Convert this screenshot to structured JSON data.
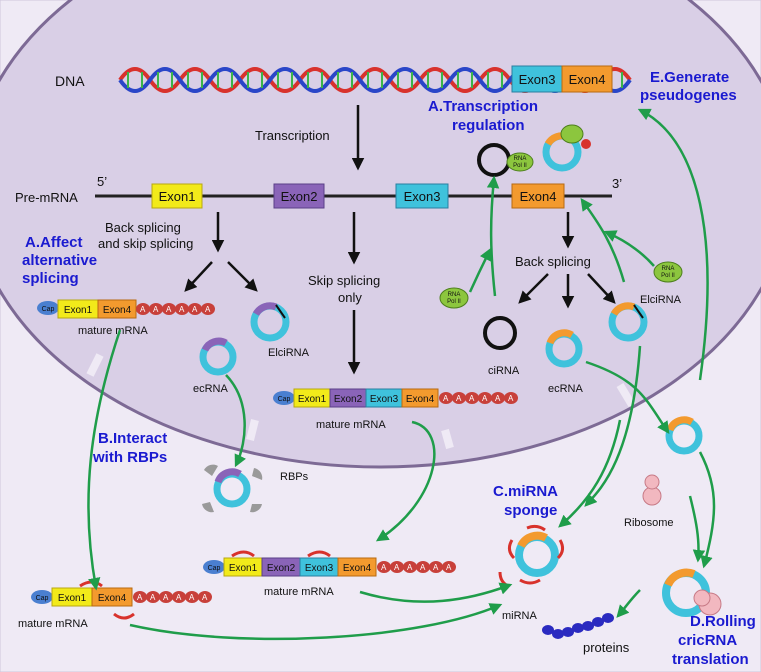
{
  "labels": {
    "dna": "DNA",
    "premrna": "Pre-mRNA",
    "five": "5’",
    "three": "3’",
    "transcription": "Transcription",
    "back_skip_1": "Back splicing",
    "back_skip_2": "and skip splicing",
    "skip_only_1": "Skip splicing",
    "skip_only_2": "only",
    "back_splicing": "Back splicing",
    "mature1": "mature mRNA",
    "mature2": "mature mRNA",
    "mature3": "mature mRNA",
    "mature4": "mature mRNA",
    "elcirna_left": "ElciRNA",
    "elcirna_right": "ElciRNA",
    "ecrna_left": "ecRNA",
    "ecrna_right": "ecRNA",
    "cirna": "ciRNA",
    "rbps": "RBPs",
    "ribosome": "Ribosome",
    "mirna": "miRNA",
    "proteins": "proteins",
    "rnapol": "RNA",
    "rnapol2": "Pol II"
  },
  "exons": {
    "e1": "Exon1",
    "e2": "Exon2",
    "e3": "Exon3",
    "e4": "Exon4",
    "cap": "Cap",
    "a": "A"
  },
  "mechanisms": {
    "a_affect_1": "A.Affect",
    "a_affect_2": "alternative",
    "a_affect_3": "splicing",
    "a_trans_1": "A.Transcription",
    "a_trans_2": "regulation",
    "b_1": "B.Interact",
    "b_2": "with RBPs",
    "c_1": "C.miRNA",
    "c_2": "sponge",
    "d_1": "D.Rolling",
    "d_2": "cricRNA",
    "d_3": "translation",
    "e_1": "E.Generate",
    "e_2": "pseudogenes"
  },
  "colors": {
    "nucleus": "#d9cfe6",
    "cytoplasm": "#efeaf5",
    "exon1": "#f2ea1a",
    "exon2": "#8a64b8",
    "exon3": "#3fc2dc",
    "exon4": "#f39a2e",
    "polyA": "#c8403a",
    "cap": "#4a7fd0",
    "arrow_green": "#1f9d4a",
    "label_blue": "#1a1ad0"
  }
}
